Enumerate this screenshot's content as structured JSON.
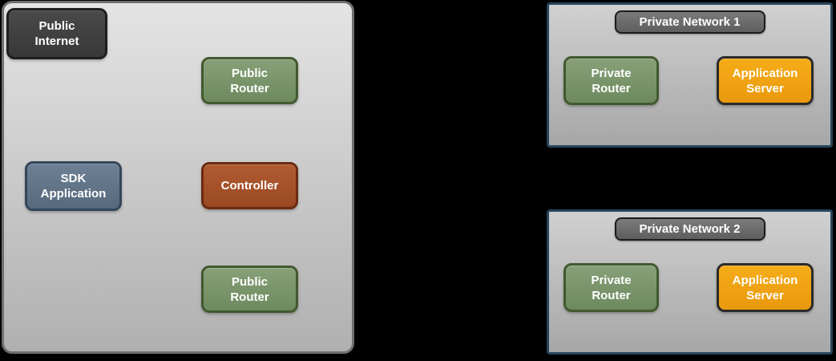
{
  "public_zone": {
    "nodes": {
      "public_internet": "Public\nInternet",
      "public_router_top": "Public\nRouter",
      "sdk_application": "SDK\nApplication",
      "controller": "Controller",
      "public_router_bottom": "Public\nRouter"
    }
  },
  "private_network_1": {
    "title": "Private Network 1",
    "private_router": "Private\nRouter",
    "application_server": "Application\nServer"
  },
  "private_network_2": {
    "title": "Private Network 2",
    "private_router": "Private\nRouter",
    "application_server": "Application\nServer"
  },
  "colors": {
    "canvas_bg": "#000000",
    "label_text": "#ffffff",
    "zone_border": "#6f6f6f",
    "zone_fill_top": "#e4e4e4",
    "zone_fill_bottom": "#b0b0b0",
    "network_border": "#27455c",
    "network_fill_top": "#d0d0d0",
    "network_fill_bottom": "#a7a7a7",
    "title_border": "#1b1b1b",
    "title_fill_top": "#7b7b7b",
    "title_fill_bottom": "#5e5e5e",
    "dark_node_border": "#1e1e1e",
    "dark_node_fill_top": "#4a4a4a",
    "dark_node_fill_bottom": "#383838",
    "green_node_border": "#42592f",
    "green_node_fill_top": "#87a078",
    "green_node_fill_bottom": "#6d8a5e",
    "blue_node_border": "#334659",
    "blue_node_fill_top": "#6e8094",
    "blue_node_fill_bottom": "#57697d",
    "rust_node_border": "#6b2b10",
    "rust_node_fill_top": "#b05a31",
    "rust_node_fill_bottom": "#9a4a24",
    "amber_node_border": "#2b2b2b",
    "amber_node_fill_top": "#f6ac19",
    "amber_node_fill_bottom": "#e9990c"
  }
}
